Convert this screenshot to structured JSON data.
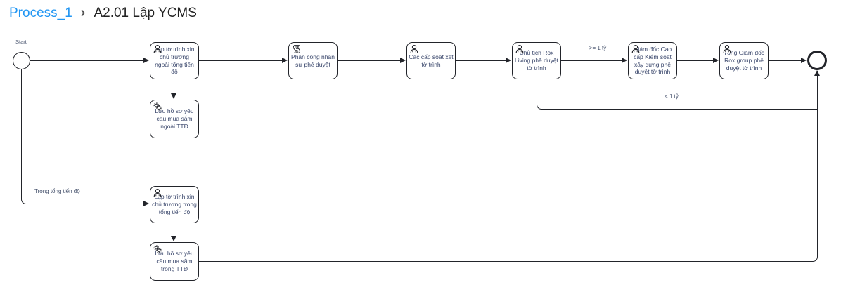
{
  "breadcrumb": {
    "parent": "Process_1",
    "separator": "›",
    "current": "A2.01 Lập YCMS"
  },
  "events": {
    "start_label": "Start"
  },
  "tasks": [
    {
      "id": "task-lap-to-trinh-ngoai",
      "type": "user",
      "label": "Lập tờ trình xin chủ trương ngoài tổng tiến độ"
    },
    {
      "id": "task-luu-ho-so-ngoai",
      "type": "service",
      "label": "Lưu hồ sơ yêu cầu mua sắm ngoài TTĐ"
    },
    {
      "id": "task-phan-cong",
      "type": "script",
      "label": "Phân công nhân sự phê duyệt"
    },
    {
      "id": "task-soat-xet",
      "type": "user",
      "label": "Các cấp soát xét tờ trình"
    },
    {
      "id": "task-chu-tich",
      "type": "user",
      "label": "Chủ tịch Rox Living phê duyệt tờ trình"
    },
    {
      "id": "task-giam-doc-cao-cap",
      "type": "user",
      "label": "Giám đốc Cao cấp Kiểm soát xây dựng phê duyệt tờ trình"
    },
    {
      "id": "task-tong-giam-doc",
      "type": "user",
      "label": "Tổng Giám đốc Rox group phê duyệt tờ trình"
    },
    {
      "id": "task-lap-to-trinh-trong",
      "type": "user",
      "label": "Lập tờ trình xin chủ trương trong tổng tiến độ"
    },
    {
      "id": "task-luu-ho-so-trong",
      "type": "service",
      "label": "Lưu hồ sơ yêu cầu mua sắm trong TTĐ"
    }
  ],
  "edge_labels": {
    "gte_1ty": ">= 1 tỷ",
    "lt_1ty": "< 1 tỷ",
    "trong_ttd": "Trong tổng tiến độ"
  },
  "colors": {
    "link_blue": "#2196f3",
    "stroke": "#22242a",
    "task_text": "#39466b"
  }
}
